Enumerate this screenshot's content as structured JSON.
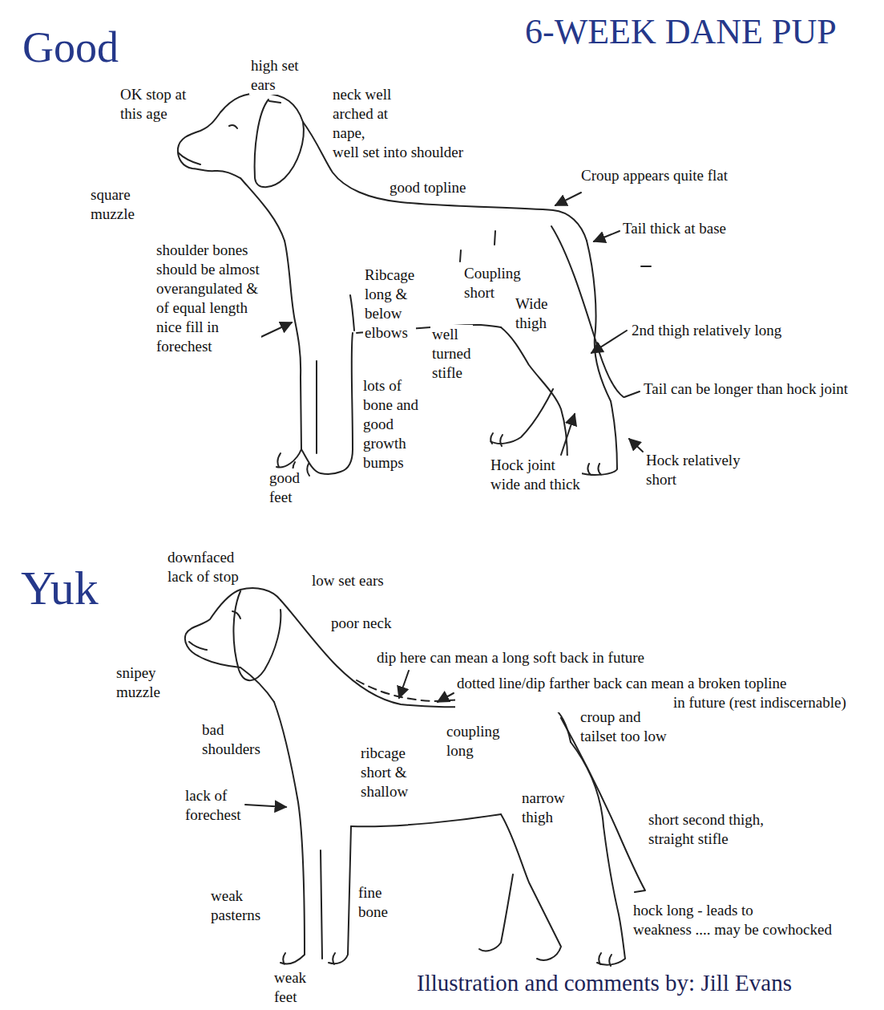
{
  "diagram": {
    "title": "6-WEEK DANE PUP",
    "caption": "Illustration and comments by: Jill Evans",
    "labels": [
      "Good",
      "OK stop at this age",
      "high set ears",
      "neck well arched at nape, well set into shoulder",
      "square muzzle",
      "good topline",
      "Croup appears quite flat",
      "Tail thick at base",
      "shoulder bones should be almost overangulated & of equal length nice fill in forechest",
      "Ribcage long & below elbows",
      "Coupling short",
      "Wide thigh",
      "well turned stifle",
      "2nd thigh relatively long",
      "lots of bone and good growth bumps",
      "Tail can be longer than hock joint",
      "good feet",
      "Hock joint wide and thick",
      "Hock relatively short",
      "Yuk",
      "downfaced lack of stop",
      "low set ears",
      "poor neck",
      "dip here can mean a long soft back in future",
      "dotted line/dip farther back can mean a broken topline in future (rest indiscernable)",
      "snipey muzzle",
      "bad shoulders",
      "coupling long",
      "croup and tailset too low",
      "ribcage short & shallow",
      "lack of forechest",
      "narrow thigh",
      "short second thigh, straight stifle",
      "weak pasterns",
      "fine bone",
      "hock long - leads to weakness .... may be cowhocked",
      "weak feet"
    ]
  }
}
